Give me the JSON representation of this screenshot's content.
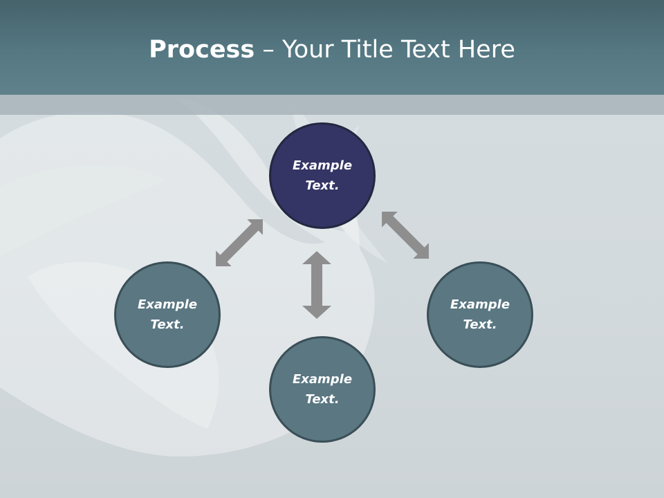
{
  "title": {
    "bold": "Process",
    "rest": " – Your Title Text Here"
  },
  "nodes": {
    "top": [
      "Example",
      "Text."
    ],
    "left": [
      "Example",
      "Text."
    ],
    "right": [
      "Example",
      "Text."
    ],
    "bottom": [
      "Example",
      "Text."
    ]
  },
  "colors": {
    "header": "#557882",
    "node_fill": "#5a7782",
    "top_node_fill": "#343565",
    "arrow": "#8f8f8f"
  },
  "icons": {
    "arrow": "double-headed-arrow"
  }
}
